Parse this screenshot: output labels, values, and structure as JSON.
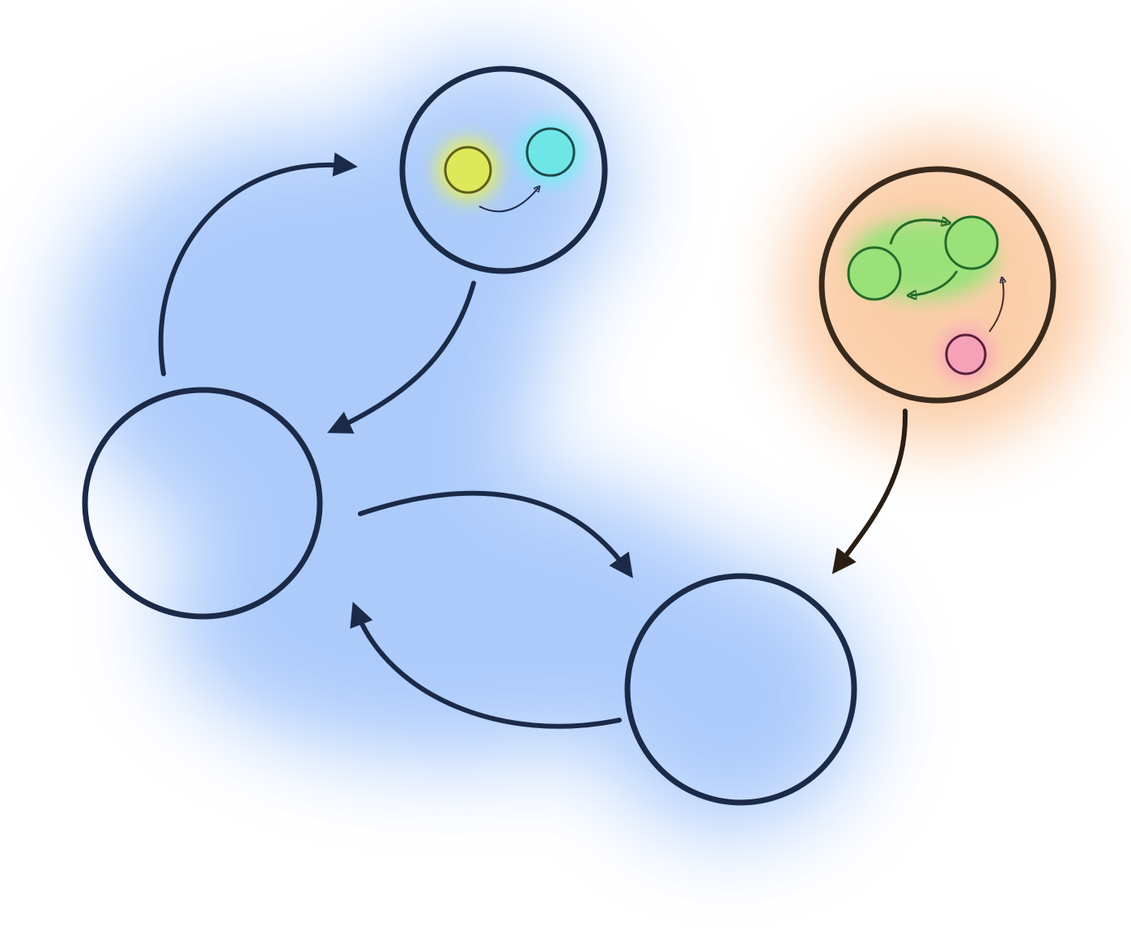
{
  "diagram": {
    "colors": {
      "background": "#ffffff",
      "main_glow": "#9ec2fb",
      "side_glow": "#fbc9a0",
      "main_stroke": "#1b2a48",
      "side_stroke": "#3a2a1c",
      "yellow_node": "#dde85a",
      "cyan_node": "#6fe6e6",
      "green_node": "#9be17a",
      "pink_node": "#f5a2b8"
    },
    "nodes": [
      {
        "name": "top-state",
        "contains": [
          "yellow-substate",
          "cyan-substate"
        ]
      },
      {
        "name": "left-state"
      },
      {
        "name": "bottom-right-state"
      },
      {
        "name": "side-state",
        "contains": [
          "green-substate-a",
          "green-substate-b",
          "pink-substate"
        ]
      }
    ],
    "edges": [
      {
        "from": "left-state",
        "to": "top-state"
      },
      {
        "from": "top-state",
        "to": "left-state"
      },
      {
        "from": "left-state",
        "to": "bottom-right-state"
      },
      {
        "from": "bottom-right-state",
        "to": "left-state"
      },
      {
        "from": "side-state",
        "to": "bottom-right-state"
      },
      {
        "from": "yellow-substate",
        "to": "cyan-substate"
      },
      {
        "from": "green-substate-a",
        "to": "green-substate-b"
      },
      {
        "from": "green-substate-b",
        "to": "green-substate-a"
      },
      {
        "from": "pink-substate",
        "to": "green-substate-b"
      }
    ]
  }
}
